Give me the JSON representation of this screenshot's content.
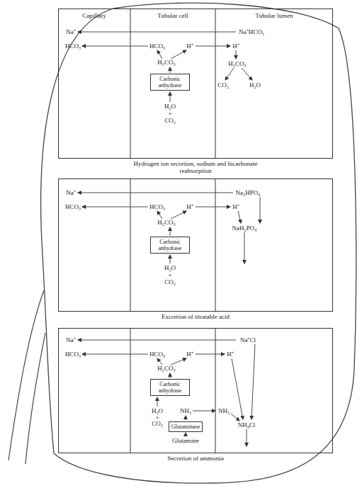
{
  "diagram": {
    "nodes": [
      {
        "text": [
          "Hydrogen ion secretion, sodium and bicarbonate reabsorption"
        ]
      },
      {
        "text": [
          "Carbonic anhydrase"
        ],
        "in": 0
      },
      {
        "text": [
          "Excretion of titratable acid"
        ]
      },
      {
        "text": [
          "Carbonic anhydrase"
        ],
        "in": 2
      },
      {
        "text": [
          "Secretion of ammonia"
        ]
      },
      {
        "text": [
          "Carbonic anhydrase"
        ],
        "in": 4
      },
      {
        "text": [
          "Glutaminase"
        ],
        "in": 4
      }
    ],
    "labels": [
      "Capillary",
      "Tubular cell",
      "Tubular lumen",
      "Na⁺",
      "Na⁺HCO₃",
      "HCO₃",
      "HCO₃",
      "H⁺",
      "H⁺",
      "H₂CO₃",
      "H₂CO₃",
      "H₂O",
      "+",
      "CO₂",
      "CO₂",
      "H₂O",
      "Na⁺",
      "Na₂HPO₄",
      "HCO₃",
      "HCO₃",
      "H⁺",
      "H⁺",
      "H₂CO₃",
      "NaH₂PO₄",
      "H₂O",
      "+",
      "CO₂",
      "Na⁺",
      "Na⁺Cl",
      "HCO₃",
      "HCO₃",
      "H⁺",
      "H⁺",
      "H₂CO₃",
      "H₂O",
      "+",
      "CO₂",
      "NH₃",
      "NH₃",
      "NH₄Cl",
      "Glutamine"
    ]
  }
}
